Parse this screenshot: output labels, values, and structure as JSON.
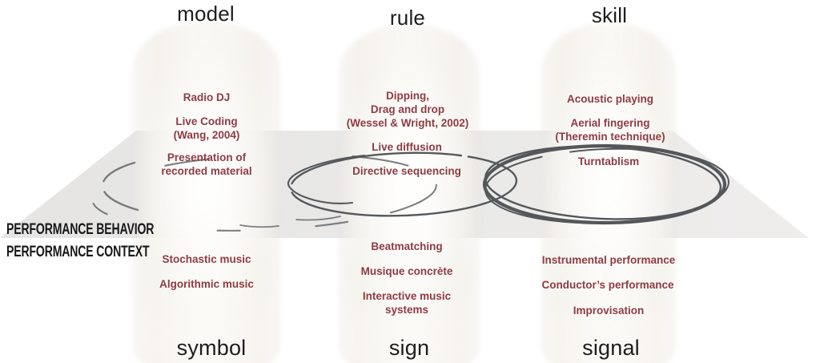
{
  "axes": {
    "behavior_label": "PERFORMANCE BEHAVIOR",
    "context_label": "PERFORMANCE CONTEXT"
  },
  "columns": [
    {
      "top_label": "model",
      "bottom_label": "symbol",
      "behavior": [
        "Radio DJ",
        "Live Coding\n(Wang, 2004)",
        "Presentation of\nrecorded material"
      ],
      "context": [
        "Stochastic music",
        "Algorithmic music"
      ]
    },
    {
      "top_label": "rule",
      "bottom_label": "sign",
      "behavior": [
        "Dipping,\nDrag and drop\n(Wessel & Wright, 2002)",
        "Live diffusion",
        "Directive sequencing"
      ],
      "context": [
        "Beatmatching",
        "Musique concrète",
        "Interactive music\nsystems"
      ]
    },
    {
      "top_label": "skill",
      "bottom_label": "signal",
      "behavior": [
        "Acoustic playing",
        "Aerial fingering\n(Theremin technique)",
        "Turntablism"
      ],
      "context": [
        "Instrumental performance",
        "Conductor’s performance",
        "Improvisation"
      ]
    }
  ],
  "colors": {
    "item_text": "#8e3c44",
    "title_text": "#1d1d1d",
    "plane_fill": "#e8e7e6",
    "ellipse_stroke": "#55595c"
  }
}
